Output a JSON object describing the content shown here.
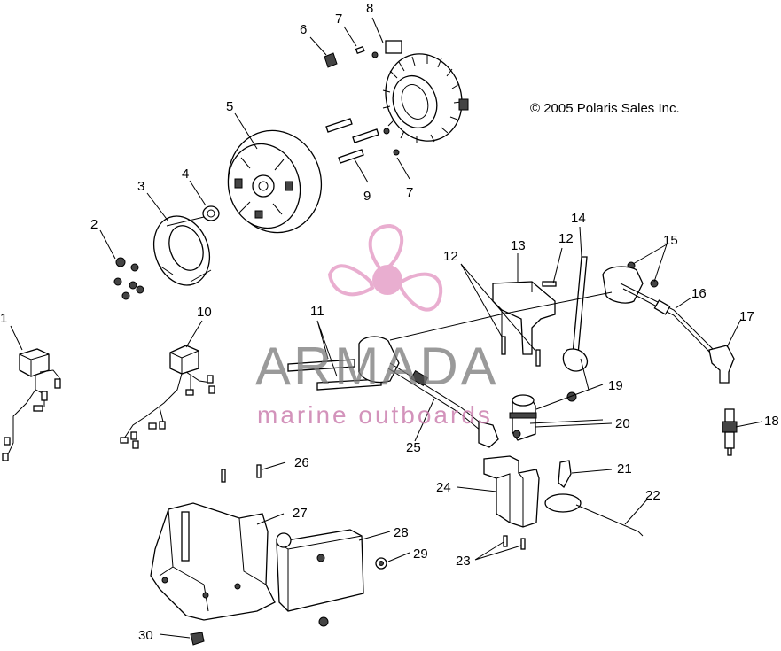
{
  "copyright": "© 2005 Polaris Sales Inc.",
  "watermark": {
    "title": "ARMADA",
    "subtitle": "marine outboards"
  },
  "callouts": [
    "1",
    "2",
    "3",
    "4",
    "5",
    "6",
    "7",
    "8",
    "9",
    "7",
    "10",
    "11",
    "12",
    "12",
    "13",
    "14",
    "15",
    "16",
    "17",
    "18",
    "19",
    "20",
    "21",
    "22",
    "23",
    "24",
    "25",
    "26",
    "27",
    "28",
    "29",
    "30"
  ],
  "colors": {
    "line": "#000000",
    "watermark_gray": "#787878",
    "watermark_pink": "#d88cbc",
    "logo_pink": "#e6a0c8"
  },
  "icons": [
    "propeller-logo-icon"
  ]
}
